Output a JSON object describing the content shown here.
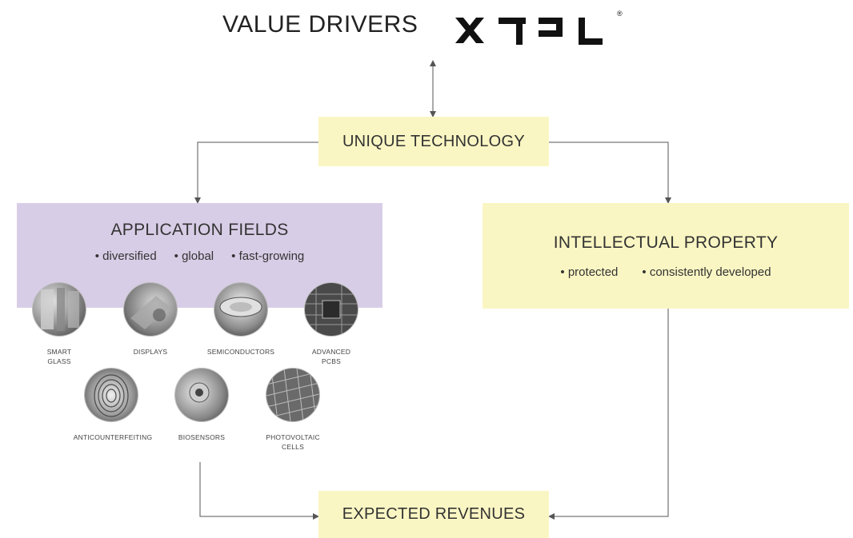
{
  "header": {
    "title": "VALUE DRIVERS"
  },
  "logo": {
    "text": "XTPL",
    "registered_mark": "®"
  },
  "nodes": {
    "unique_technology": "UNIQUE TECHNOLOGY",
    "application_fields": {
      "title": "APPLICATION FIELDS",
      "bullets": [
        "diversified",
        "global",
        "fast-growing"
      ]
    },
    "intellectual_property": {
      "title": "INTELLECTUAL PROPERTY",
      "bullets": [
        "protected",
        "consistently developed"
      ]
    },
    "expected_revenues": "EXPECTED REVENUES"
  },
  "applications": [
    {
      "label_line1": "SMART",
      "label_line2": "GLASS",
      "icon": "smart-glass-photo"
    },
    {
      "label_line1": "DISPLAYS",
      "label_line2": "",
      "icon": "displays-photo"
    },
    {
      "label_line1": "SEMICONDUCTORS",
      "label_line2": "",
      "icon": "semiconductors-photo"
    },
    {
      "label_line1": "ADVANCED",
      "label_line2": "PCBs",
      "icon": "pcb-photo"
    },
    {
      "label_line1": "ANTICOUNTERFEITING",
      "label_line2": "",
      "icon": "fingerprint-photo"
    },
    {
      "label_line1": "BIOSENSORS",
      "label_line2": "",
      "icon": "biosensor-photo"
    },
    {
      "label_line1": "PHOTOVOLTAIC",
      "label_line2": "CELLS",
      "icon": "solar-panel-photo"
    }
  ],
  "colors": {
    "yellow": "#faf6c3",
    "purple": "#d8cde6",
    "line": "#555555"
  }
}
